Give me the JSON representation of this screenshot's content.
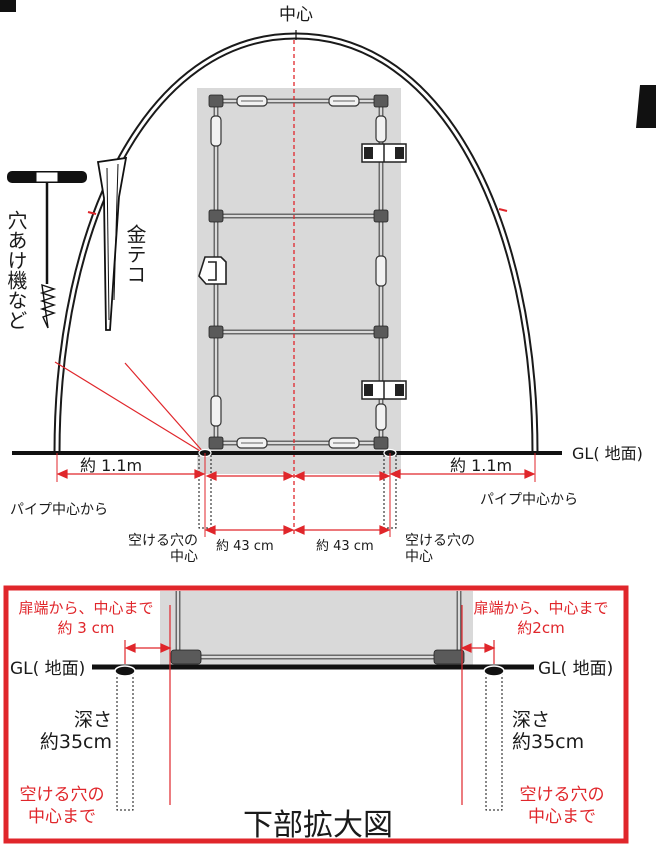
{
  "top": {
    "center": "中心",
    "ground": "GL( 地面)",
    "drill_tool": "穴あけ機など",
    "stake_tool": "金テコ",
    "left_distance": "約 1.1m",
    "right_distance": "約 1.1m",
    "left_pipe_origin": "パイプ中心から",
    "right_pipe_origin": "パイプ中心から",
    "left_hole_center": "空ける穴の\n中心",
    "right_hole_center": "空ける穴の\n中心",
    "left_half_width": "約 43 cm",
    "right_half_width": "約 43 cm"
  },
  "bottom": {
    "left_door_edge": "扉端から、中心まで\n約 3 cm",
    "right_door_edge": "扉端から、中心まで\n約2cm",
    "left_ground": "GL( 地面)",
    "right_ground": "GL( 地面)",
    "left_depth": "深さ\n約35cm",
    "right_depth": "深さ\n約35cm",
    "left_hole_center": "空ける穴の\n中心まで",
    "right_hole_center": "空ける穴の\n中心まで",
    "title": "下部拡大図"
  },
  "colors": {
    "accent_red": "#e0262b",
    "door_panel": "#d9d9d9",
    "frame": "#6f6f6f",
    "line": "#111111"
  }
}
